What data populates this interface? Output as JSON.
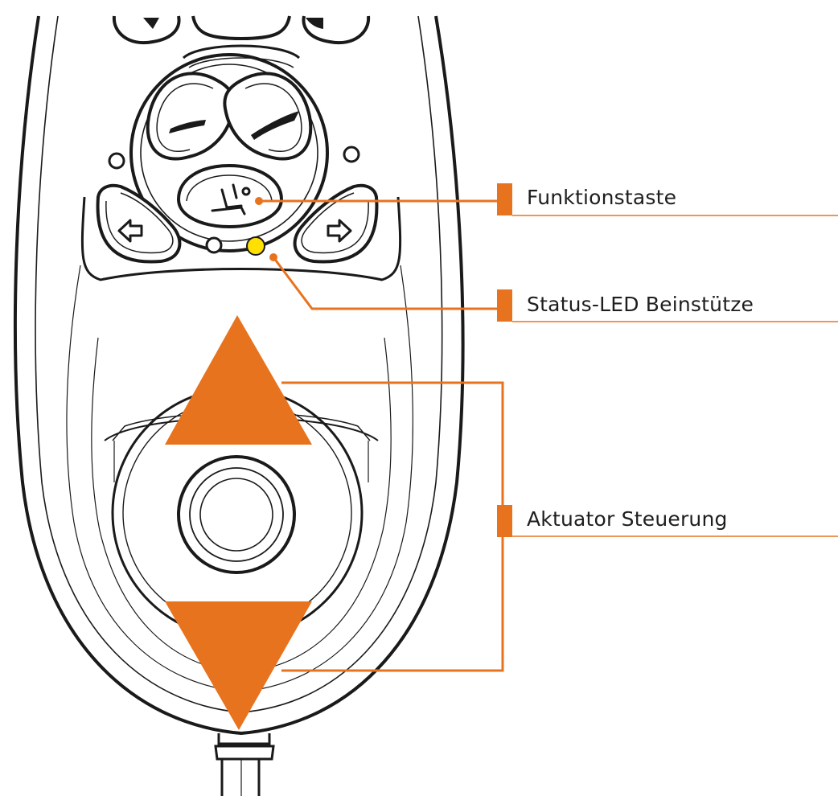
{
  "labels": {
    "function_key": "Funktionstaste",
    "status_led": "Status-LED Beinstütze",
    "actuator_control": "Aktuator Steuerung"
  },
  "colors": {
    "accent": "#E8731E",
    "led": "#FFE000",
    "outline": "#1a1a1a",
    "background": "#ffffff"
  },
  "icons": [
    "left-arrow-icon",
    "right-arrow-icon",
    "seat-icon",
    "up-triangle-icon",
    "down-triangle-icon"
  ]
}
